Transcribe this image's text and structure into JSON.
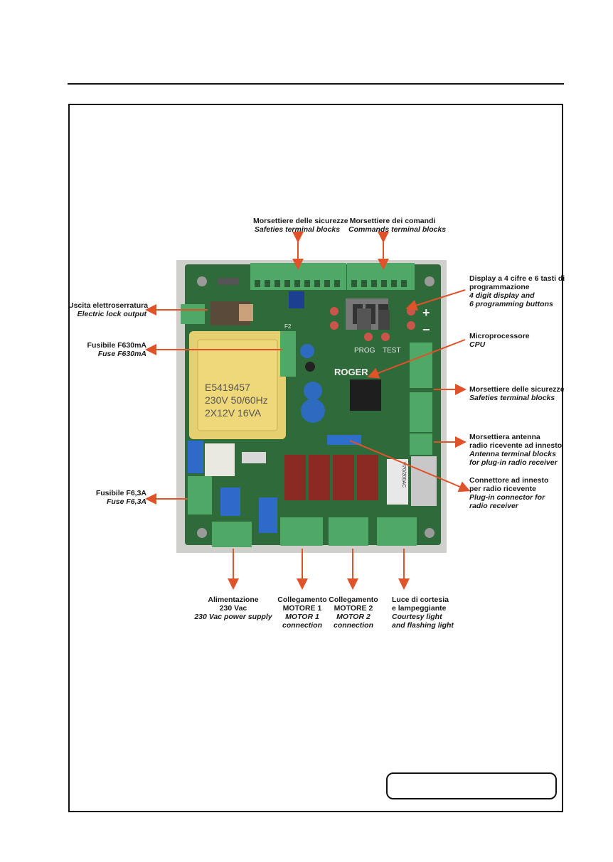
{
  "labels": {
    "safeties_top": {
      "it": "Morsettiere delle sicurezze",
      "en": "Safeties terminal blocks"
    },
    "commands_top": {
      "it": "Morsettiere dei  comandi",
      "en": "Commands terminal blocks"
    },
    "display": {
      "it1": "Display a 4 cifre e  6 tasti di",
      "it2": "programmazione",
      "en1": "4 digit display and",
      "en2": "6 programming buttons"
    },
    "lock": {
      "it": "Uscita elettroserratura",
      "en": "Electric lock output"
    },
    "cpu": {
      "it": "Microprocessore",
      "en": "CPU"
    },
    "fuse1": {
      "it": "Fusibile F630mA",
      "en": "Fuse F630mA"
    },
    "safeties_right": {
      "it": "Morsettiere delle sicurezze",
      "en": "Safeties terminal blocks"
    },
    "antenna": {
      "it1": "Morsettiera antenna",
      "it2": "radio ricevente ad innesto",
      "en1": "Antenna terminal blocks",
      "en2": "for plug-in radio receiver"
    },
    "fuse2": {
      "it": "Fusibile F6,3A",
      "en": "Fuse F6,3A"
    },
    "radio_conn": {
      "it1": "Connettore ad innesto",
      "it2": "per radio ricevente",
      "en1": "Plug-in connector for",
      "en2": "radio receiver"
    },
    "power": {
      "it1": "Alimentazione",
      "it2": "230 Vac",
      "en": "230 Vac power supply"
    },
    "motor1": {
      "it1": "Collegamento",
      "it2": "MOTORE 1",
      "en1": "MOTOR 1",
      "en2": "connection"
    },
    "motor2": {
      "it1": "Collegamento",
      "it2": "MOTORE 2",
      "en1": "MOTOR 2",
      "en2": "connection"
    },
    "light": {
      "it1": "Luce di cortesia",
      "it2": "e lampeggiante",
      "en1": "Courtesy light",
      "en2": "and flashing light"
    }
  },
  "board": {
    "transformer_lines": [
      "E5419457",
      "230V 50/60Hz",
      "2X12V  16VA"
    ],
    "brand": "ROGER",
    "prog_label": "PROG",
    "test_label": "TEST",
    "plus": "+",
    "minus": "−",
    "f2_label": "F2",
    "receiver_label": "H70/200AC"
  },
  "colors": {
    "arrow": "#e0522a",
    "pcb": "#2f6a3a",
    "terminal": "#4fa866",
    "transformer": "#e6cf6e"
  }
}
